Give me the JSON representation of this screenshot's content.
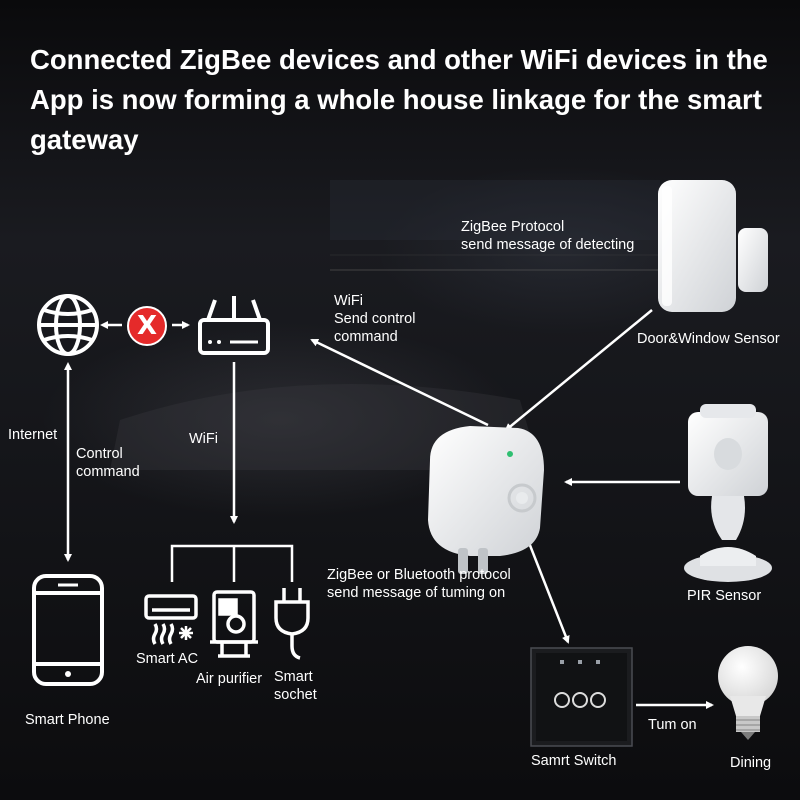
{
  "headline": "Connected ZigBee devices and other WiFi devices in the App is now forming a whole house linkage for the smart gateway",
  "labels": {
    "zigbee_detect": "ZigBee Protocol\nsend message of detecting",
    "wifi_control": "WiFi\nSend control\ncommand",
    "door_window_sensor": "Door&Window Sensor",
    "internet": "Internet",
    "control_command": "Control\ncommand",
    "wifi": "WiFi",
    "zigbee_bt": "ZigBee or Bluetooth protocol\nsend message of tuming on",
    "pir_sensor": "PIR Sensor",
    "smart_ac": "Smart AC",
    "air_purifier": "Air purifier",
    "smart_socket": "Smart\nsochet",
    "smart_phone": "Smart Phone",
    "smart_switch": "Samrt Switch",
    "turn_on": "Tum on",
    "dining": "Dining",
    "blocked_mark": "X"
  },
  "colors": {
    "line": "#ffffff",
    "blocked": "#e52a2a",
    "background": "#121316"
  }
}
